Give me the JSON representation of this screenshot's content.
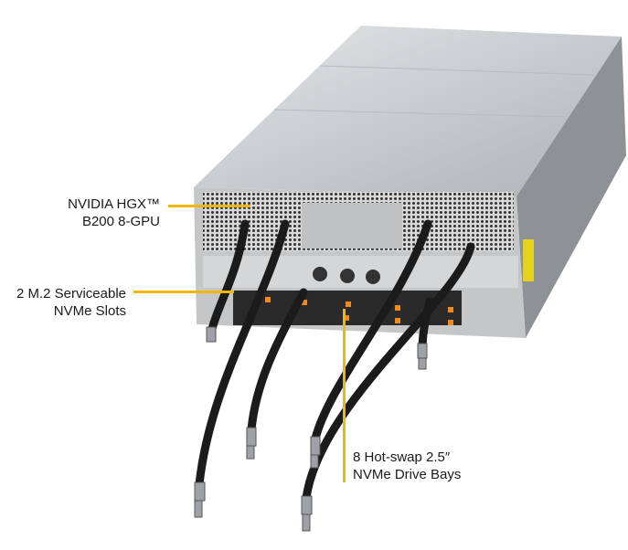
{
  "callouts": [
    {
      "line1": "NVIDIA HGX™",
      "line2": "B200 8-GPU"
    },
    {
      "line1": "2 M.2 Serviceable",
      "line2": "NVMe Slots"
    },
    {
      "line1": "8 Hot-swap 2.5″",
      "line2": "NVMe Drive Bays"
    }
  ],
  "colors": {
    "callout_line": "#f2b705",
    "chassis": "#c9ccce",
    "cable": "#1b1b1b"
  }
}
